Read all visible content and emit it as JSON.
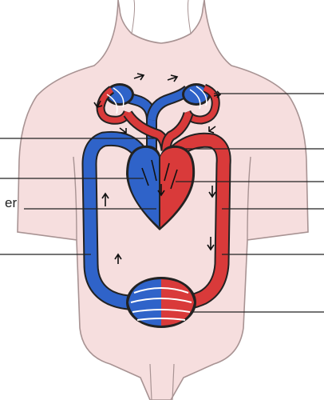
{
  "colors": {
    "skin": "#f6dede",
    "skin_outline": "#a89393",
    "oxygen_poor": "#2f63c9",
    "oxygen_rich": "#d93a3a",
    "vessel_outline": "#222222",
    "leader_line": "#222222"
  },
  "labels": {
    "partial_label": "er"
  },
  "leader_lines": [
    {
      "id": "leader-right-top"
    },
    {
      "id": "leader-left-upper"
    },
    {
      "id": "leader-right-upper"
    },
    {
      "id": "leader-left-middle"
    },
    {
      "id": "leader-right-middle"
    },
    {
      "id": "leader-left-er"
    },
    {
      "id": "leader-left-lower"
    },
    {
      "id": "leader-right-lower"
    },
    {
      "id": "leader-right-bottom"
    }
  ]
}
